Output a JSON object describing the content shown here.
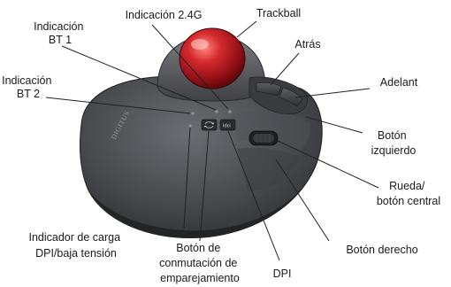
{
  "labels": {
    "indicacion_bt1": [
      "Indicación",
      "BT 1"
    ],
    "indicacion_24g": "Indicación 2.4G",
    "trackball": "Trackball",
    "atras": "Atrás",
    "indicacion_bt2": [
      "Indicación",
      "BT 2"
    ],
    "adelant": "Adelant",
    "boton_izquierdo": [
      "Botón",
      "izquierdo"
    ],
    "rueda": [
      "Rueda/",
      "botón central"
    ],
    "indicador_carga": [
      "Indicador de carga",
      "DPI/baja tensión"
    ],
    "boton_emparejamiento": [
      "Botón de",
      "conmutación de",
      "emparejamiento"
    ],
    "boton_derecho": "Botón derecho",
    "dpi": "DPI"
  },
  "device": {
    "brand_logo": "DIGITUS",
    "dpi_button_icon": "Idci",
    "pairing_button_icon": "swap-arrows-icon"
  },
  "colors": {
    "ball": "#c8202a",
    "body": "#4a4c50",
    "label_text": "#1a1a1a"
  }
}
